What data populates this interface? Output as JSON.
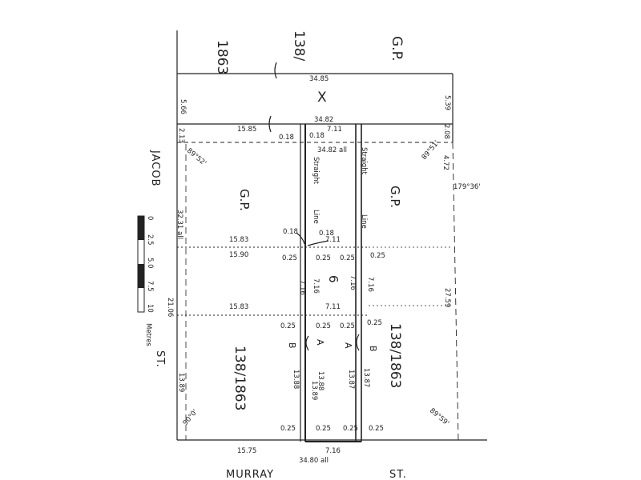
{
  "plan": {
    "title_parts": [
      "1863",
      "138/",
      "G.P."
    ],
    "easement_label": "X",
    "dims_top": {
      "top_width": "34.85",
      "second_width": "34.82",
      "left_x": "5.66",
      "right_x": "5.39",
      "left_offset": "2.13",
      "right_offset": "2.08",
      "top_left_segment": "15.85",
      "top_right_segment": "7.11",
      "corner_left": "0.18",
      "corner_right": "0.18",
      "all_34_82": "34.82 all",
      "right_small": "4.72",
      "angle_top_left": "89°52'",
      "angle_top_right": "89°51'",
      "angle_right_side": "179°36'"
    },
    "gp_left": "G.P.",
    "gp_right": "G.P.",
    "straight_left": "Straight",
    "straight_right": "Straight",
    "line_left": "Line",
    "line_right": "Line",
    "left_side_total": "32.31 all",
    "left_side_lower": "21.06",
    "left_side_bottom": "13.89",
    "right_side": "27.59",
    "row1": {
      "left": "15.83",
      "left_below": "15.90",
      "mid": "7.11",
      "c1": "0.18",
      "c2": "0.18",
      "p1": "0.25",
      "p2": "0.25",
      "p3": "0.25",
      "p4": "0.25"
    },
    "lot_number": "6",
    "lot6_dims": [
      "7.16",
      "7.16",
      "7.16",
      "7.16"
    ],
    "row2": {
      "left": "15.83",
      "mid": "7.11",
      "p1": "0.25",
      "p2": "0.25",
      "p3": "0.25",
      "p4": "0.25"
    },
    "lot_left_ref": "138/1863",
    "lot_right_ref": "138/1863",
    "label_A1": "A",
    "label_A2": "A",
    "label_B1": "B",
    "label_B2": "B",
    "lower_dims": [
      "13.88",
      "13.88",
      "13.89",
      "13.87",
      "13.87"
    ],
    "bottom": {
      "p1": "0.25",
      "p2": "0.25",
      "p3": "0.25",
      "p4": "0.25",
      "left_seg": "15.75",
      "mid_seg": "7.16",
      "total": "34.80 all",
      "angle_bl": "90°0'",
      "angle_br": "89°59'"
    },
    "street_left": "JACOB",
    "street_left_suffix": "ST.",
    "street_bottom": "MURRAY",
    "street_bottom_suffix": "ST.",
    "scale": {
      "ticks": [
        "0",
        "2.5",
        "5.0",
        "7.5",
        "10"
      ],
      "unit": "Metres"
    }
  }
}
